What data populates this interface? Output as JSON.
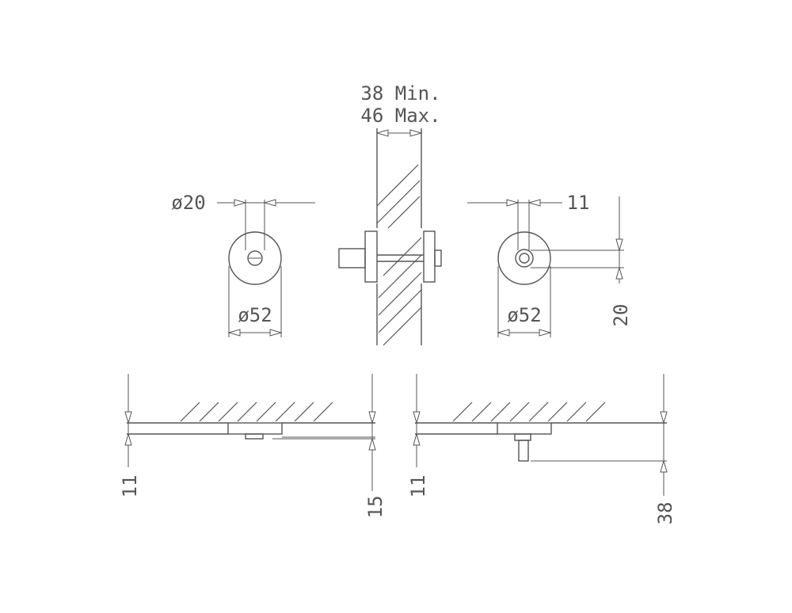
{
  "dimensions": {
    "wall_min": "38 Min.",
    "wall_max": "46 Max.",
    "outlet_diameter": "ø20",
    "rosette_diameter_left": "ø52",
    "rosette_diameter_right": "ø52",
    "spout_offset": "11",
    "spout_height": "20",
    "projection_left_a": "11",
    "projection_left_b": "15",
    "projection_right_a": "11",
    "projection_right_b": "38"
  }
}
